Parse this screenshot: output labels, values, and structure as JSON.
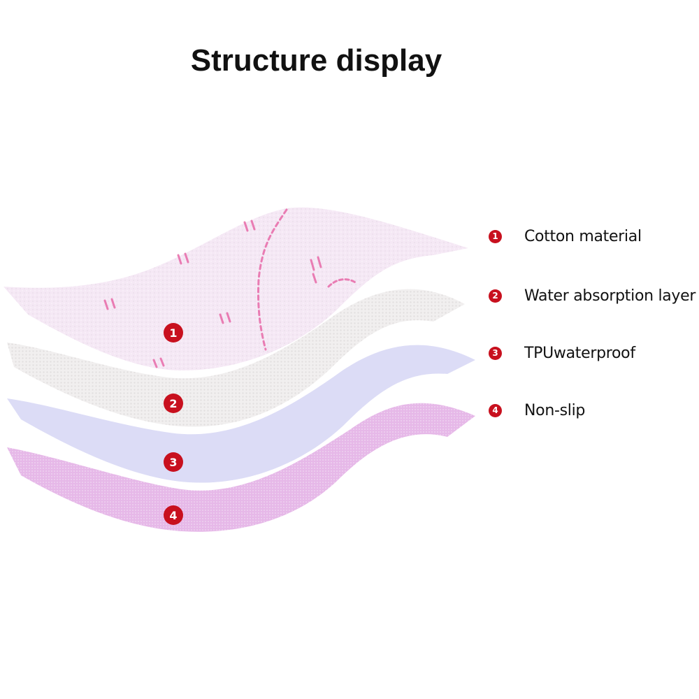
{
  "title": "Structure display",
  "badge_color": "#c8101e",
  "layers": [
    {
      "number": "1",
      "label": "Cotton material",
      "color": "#f5e8f5"
    },
    {
      "number": "2",
      "label": "Water absorption layer",
      "color": "#f1efef"
    },
    {
      "number": "3",
      "label": "TPUwaterproof",
      "color": "#dcdcf6"
    },
    {
      "number": "4",
      "label": "Non-slip",
      "color": "#e6b8e8"
    }
  ]
}
